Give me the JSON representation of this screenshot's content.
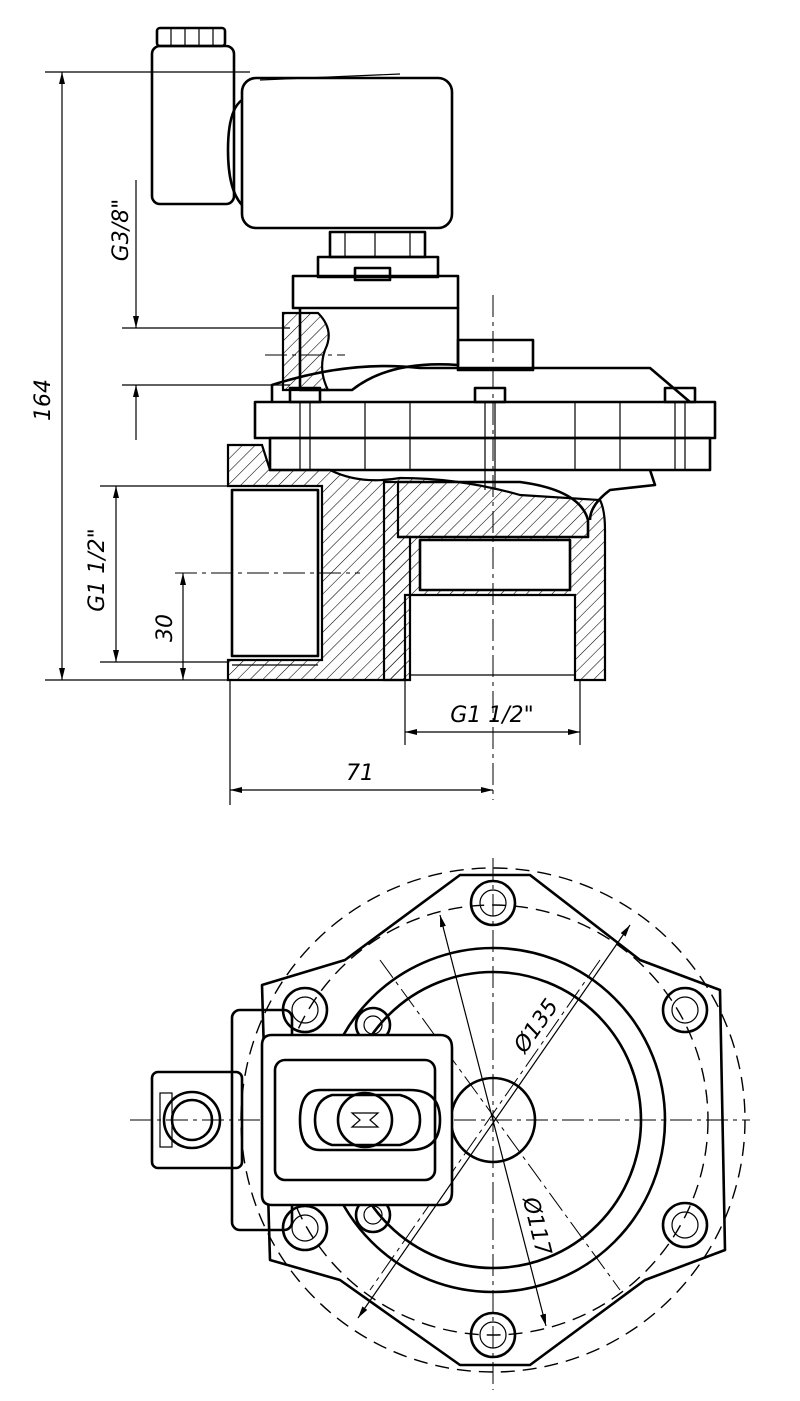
{
  "dimensions": {
    "height_total": "164",
    "pilot_thread": "G3/8\"",
    "inlet_thread": "G1 1/2\"",
    "inlet_center_height": "30",
    "outlet_thread": "G1 1/2\"",
    "inlet_to_axis": "71",
    "bolt_circle_dia": "Ø135",
    "bore_dia": "Ø117"
  }
}
